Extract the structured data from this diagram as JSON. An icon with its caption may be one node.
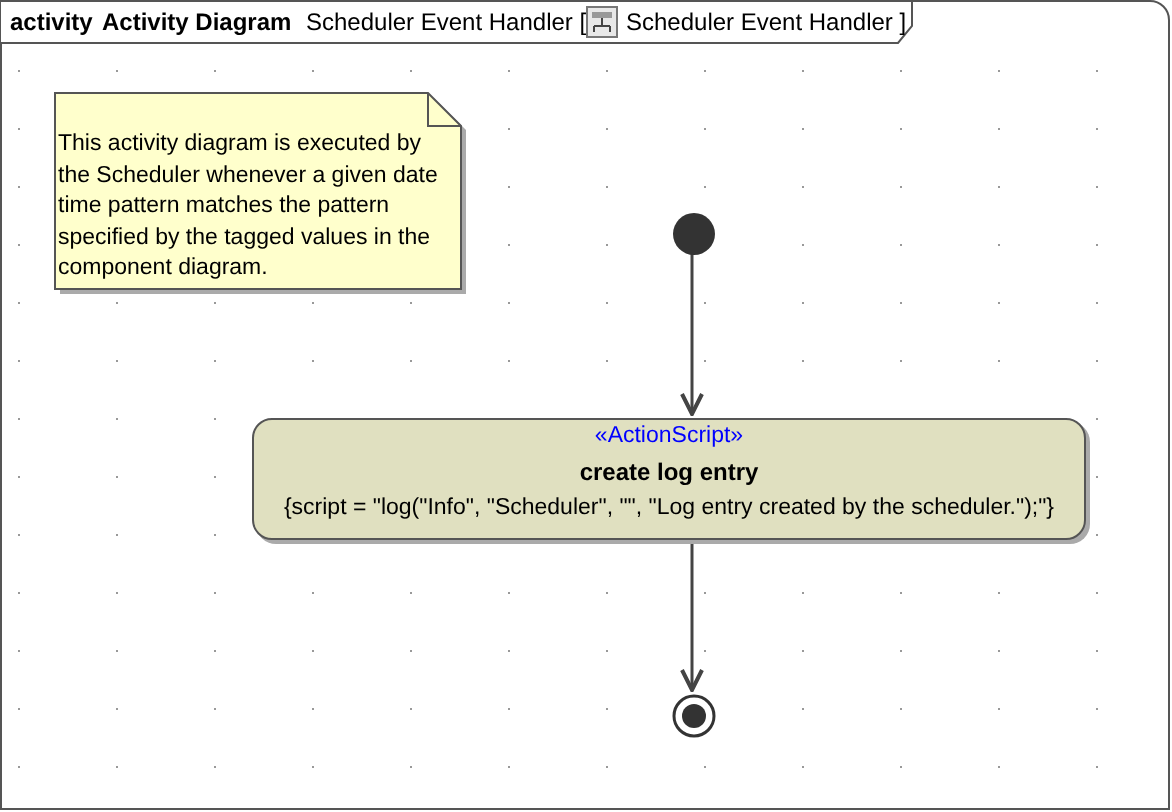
{
  "diagram": {
    "nodes": [
      {
        "text": [
          "activity",
          "Activity Diagram",
          "Scheduler Event Handler [",
          "Scheduler Event Handler ]"
        ]
      },
      {
        "text": [
          "This activity diagram is executed by the Scheduler whenever a given date time pattern matches the pattern specified by the tagged values in the component diagram."
        ],
        "in": 0
      },
      {
        "text": [],
        "shape": "circle",
        "in": 0
      },
      {
        "text": [
          "«ActionScript»",
          "create log entry",
          "{script = \"log(\"Info\", \"Scheduler\", \"\", \"Log entry created by the scheduler.\");\"}"
        ],
        "in": 0
      },
      {
        "text": [],
        "shape": "bullseye",
        "in": 0
      }
    ],
    "edges": [
      {
        "from": 2,
        "to": 3,
        "arrow": "to"
      },
      {
        "from": 3,
        "to": 4,
        "arrow": "to"
      }
    ]
  }
}
